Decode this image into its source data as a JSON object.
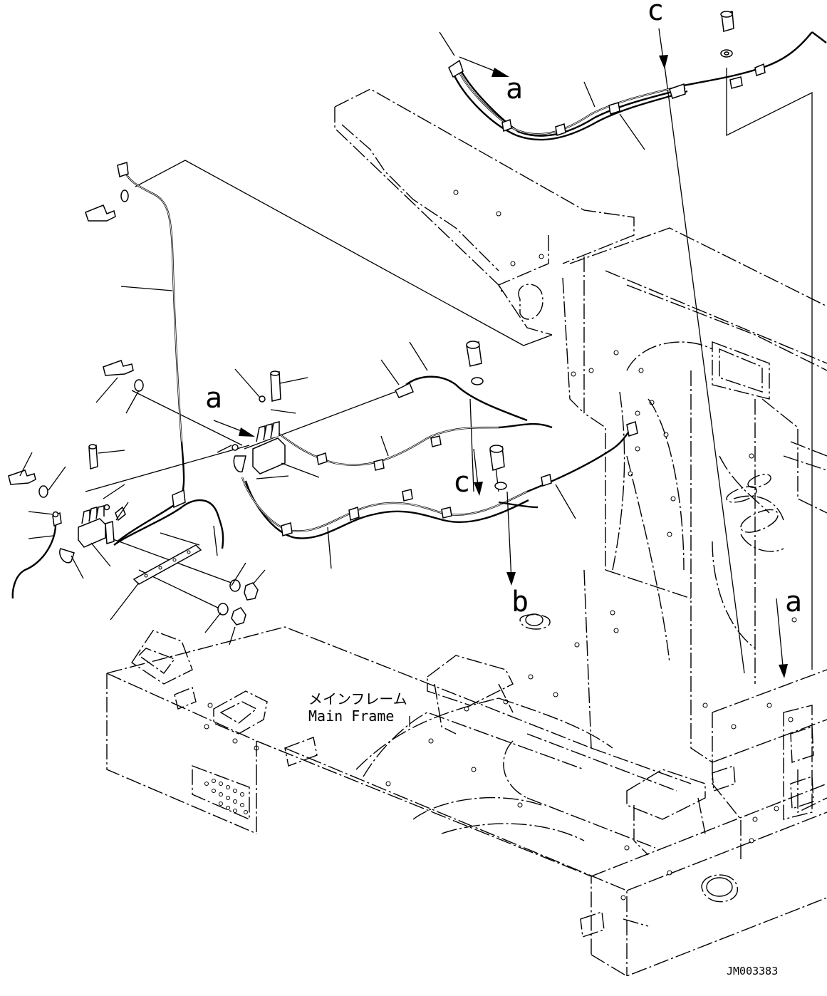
{
  "diagram": {
    "frame_label_jp": "メインフレーム",
    "frame_label_en": "Main Frame",
    "drawing_code": "JM003383",
    "callouts": {
      "a_top": "a",
      "c_top": "c",
      "a_mid": "a",
      "c_mid": "c",
      "b_mid": "b",
      "a_right": "a"
    }
  }
}
